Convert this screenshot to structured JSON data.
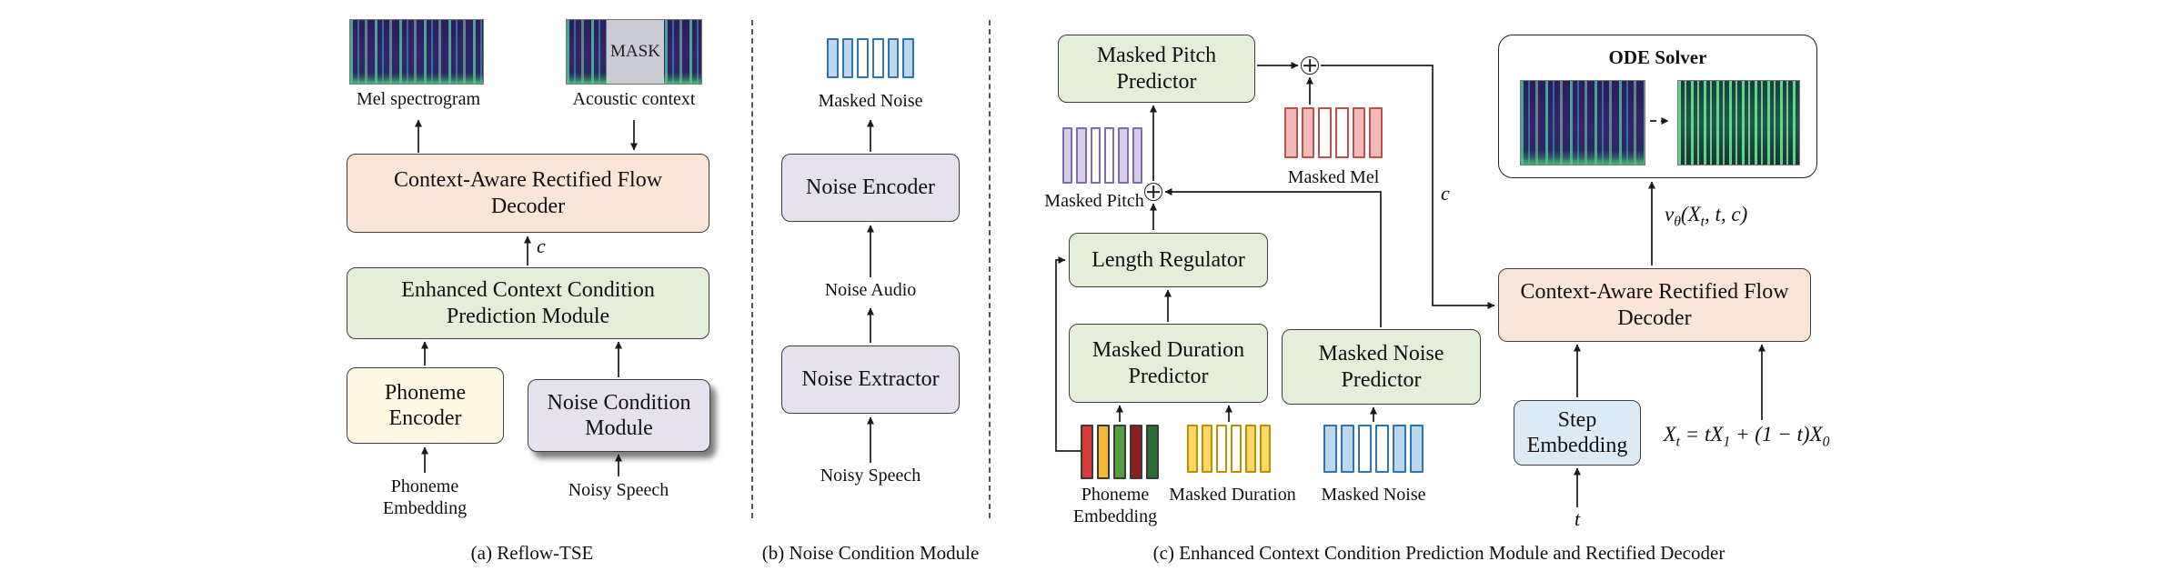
{
  "panel_a": {
    "caption": "(a) Reflow-TSE",
    "mel_spectrogram_label": "Mel spectrogram",
    "acoustic_context_label": "Acoustic context",
    "mask_label": "MASK",
    "decoder_box": "Context-Aware Rectified Flow Decoder",
    "c_label": "c",
    "eccpm_box": "Enhanced Context Condition Prediction Module",
    "phoneme_encoder_box": "Phoneme Encoder",
    "noise_condition_box": "Noise Condition Module",
    "phoneme_embedding_label": "Phoneme Embedding",
    "noisy_speech_label": "Noisy Speech"
  },
  "panel_b": {
    "caption": "(b) Noise Condition Module",
    "masked_noise_label": "Masked Noise",
    "noise_encoder_box": "Noise Encoder",
    "noise_audio_label": "Noise Audio",
    "noise_extractor_box": "Noise Extractor",
    "noisy_speech_label": "Noisy Speech"
  },
  "panel_c": {
    "caption": "(c) Enhanced Context Condition Prediction Module and Rectified Decoder",
    "masked_pitch_predictor_box": "Masked Pitch Predictor",
    "masked_pitch_label": "Masked Pitch",
    "masked_mel_label": "Masked Mel",
    "length_regulator_box": "Length Regulator",
    "masked_duration_predictor_box": "Masked Duration Predictor",
    "masked_noise_predictor_box": "Masked Noise Predictor",
    "phoneme_embedding_label": "Phoneme Embedding",
    "masked_duration_label": "Masked Duration",
    "masked_noise_label": "Masked Noise",
    "ode_solver_title": "ODE Solver",
    "c_label": "c",
    "decoder_box": "Context-Aware Rectified Flow Decoder",
    "step_embedding_box": "Step Embedding",
    "t_label": "t",
    "velocity_formula": {
      "base": "v",
      "sub": "θ",
      "args_pre": "(X",
      "args_sub": "t",
      "args_post": ", t, c)"
    },
    "interp_formula": {
      "p1": "X",
      "s1": "t",
      "p2": " = tX",
      "s2": "1",
      "p3": " + (1 − t)X",
      "s3": "0"
    }
  },
  "tokens": {
    "masked_noise_b": {
      "border": "#2E75B6",
      "fills": [
        "#BDD7EE",
        "#BDD7EE",
        "#FFFFFF",
        "#FFFFFF",
        "#BDD7EE",
        "#BDD7EE"
      ]
    },
    "masked_noise_c": {
      "border": "#2E75B6",
      "fills": [
        "#BDD7EE",
        "#BDD7EE",
        "#FFFFFF",
        "#FFFFFF",
        "#BDD7EE",
        "#BDD7EE"
      ]
    },
    "masked_pitch": {
      "border": "#7E6BB0",
      "fills": [
        "#D5CCEA",
        "#D5CCEA",
        "#FFFFFF",
        "#FFFFFF",
        "#D5CCEA",
        "#D5CCEA"
      ]
    },
    "masked_mel": {
      "border": "#C0504D",
      "fills": [
        "#F2B9B6",
        "#F2B9B6",
        "#FFFFFF",
        "#FFFFFF",
        "#F2B9B6",
        "#F2B9B6"
      ]
    },
    "masked_duration": {
      "border": "#BF8F00",
      "fills": [
        "#FFD966",
        "#FFD966",
        "#FFFFFF",
        "#FFFFFF",
        "#FFD966",
        "#FFD966"
      ]
    },
    "phoneme_embedding": {
      "border": "#3A3A3A",
      "fills": [
        "#D93A3A",
        "#F0B93B",
        "#55A03C",
        "#8E1F1F",
        "#2E6B33"
      ]
    }
  },
  "colors": {
    "box_green": "#E3EFD9",
    "box_peach": "#FBE5D6",
    "box_cream": "#FEF8E3",
    "box_lavender": "#E5E1EE",
    "box_blue": "#DDEBF7",
    "connector_line": "#1A1A1A"
  }
}
